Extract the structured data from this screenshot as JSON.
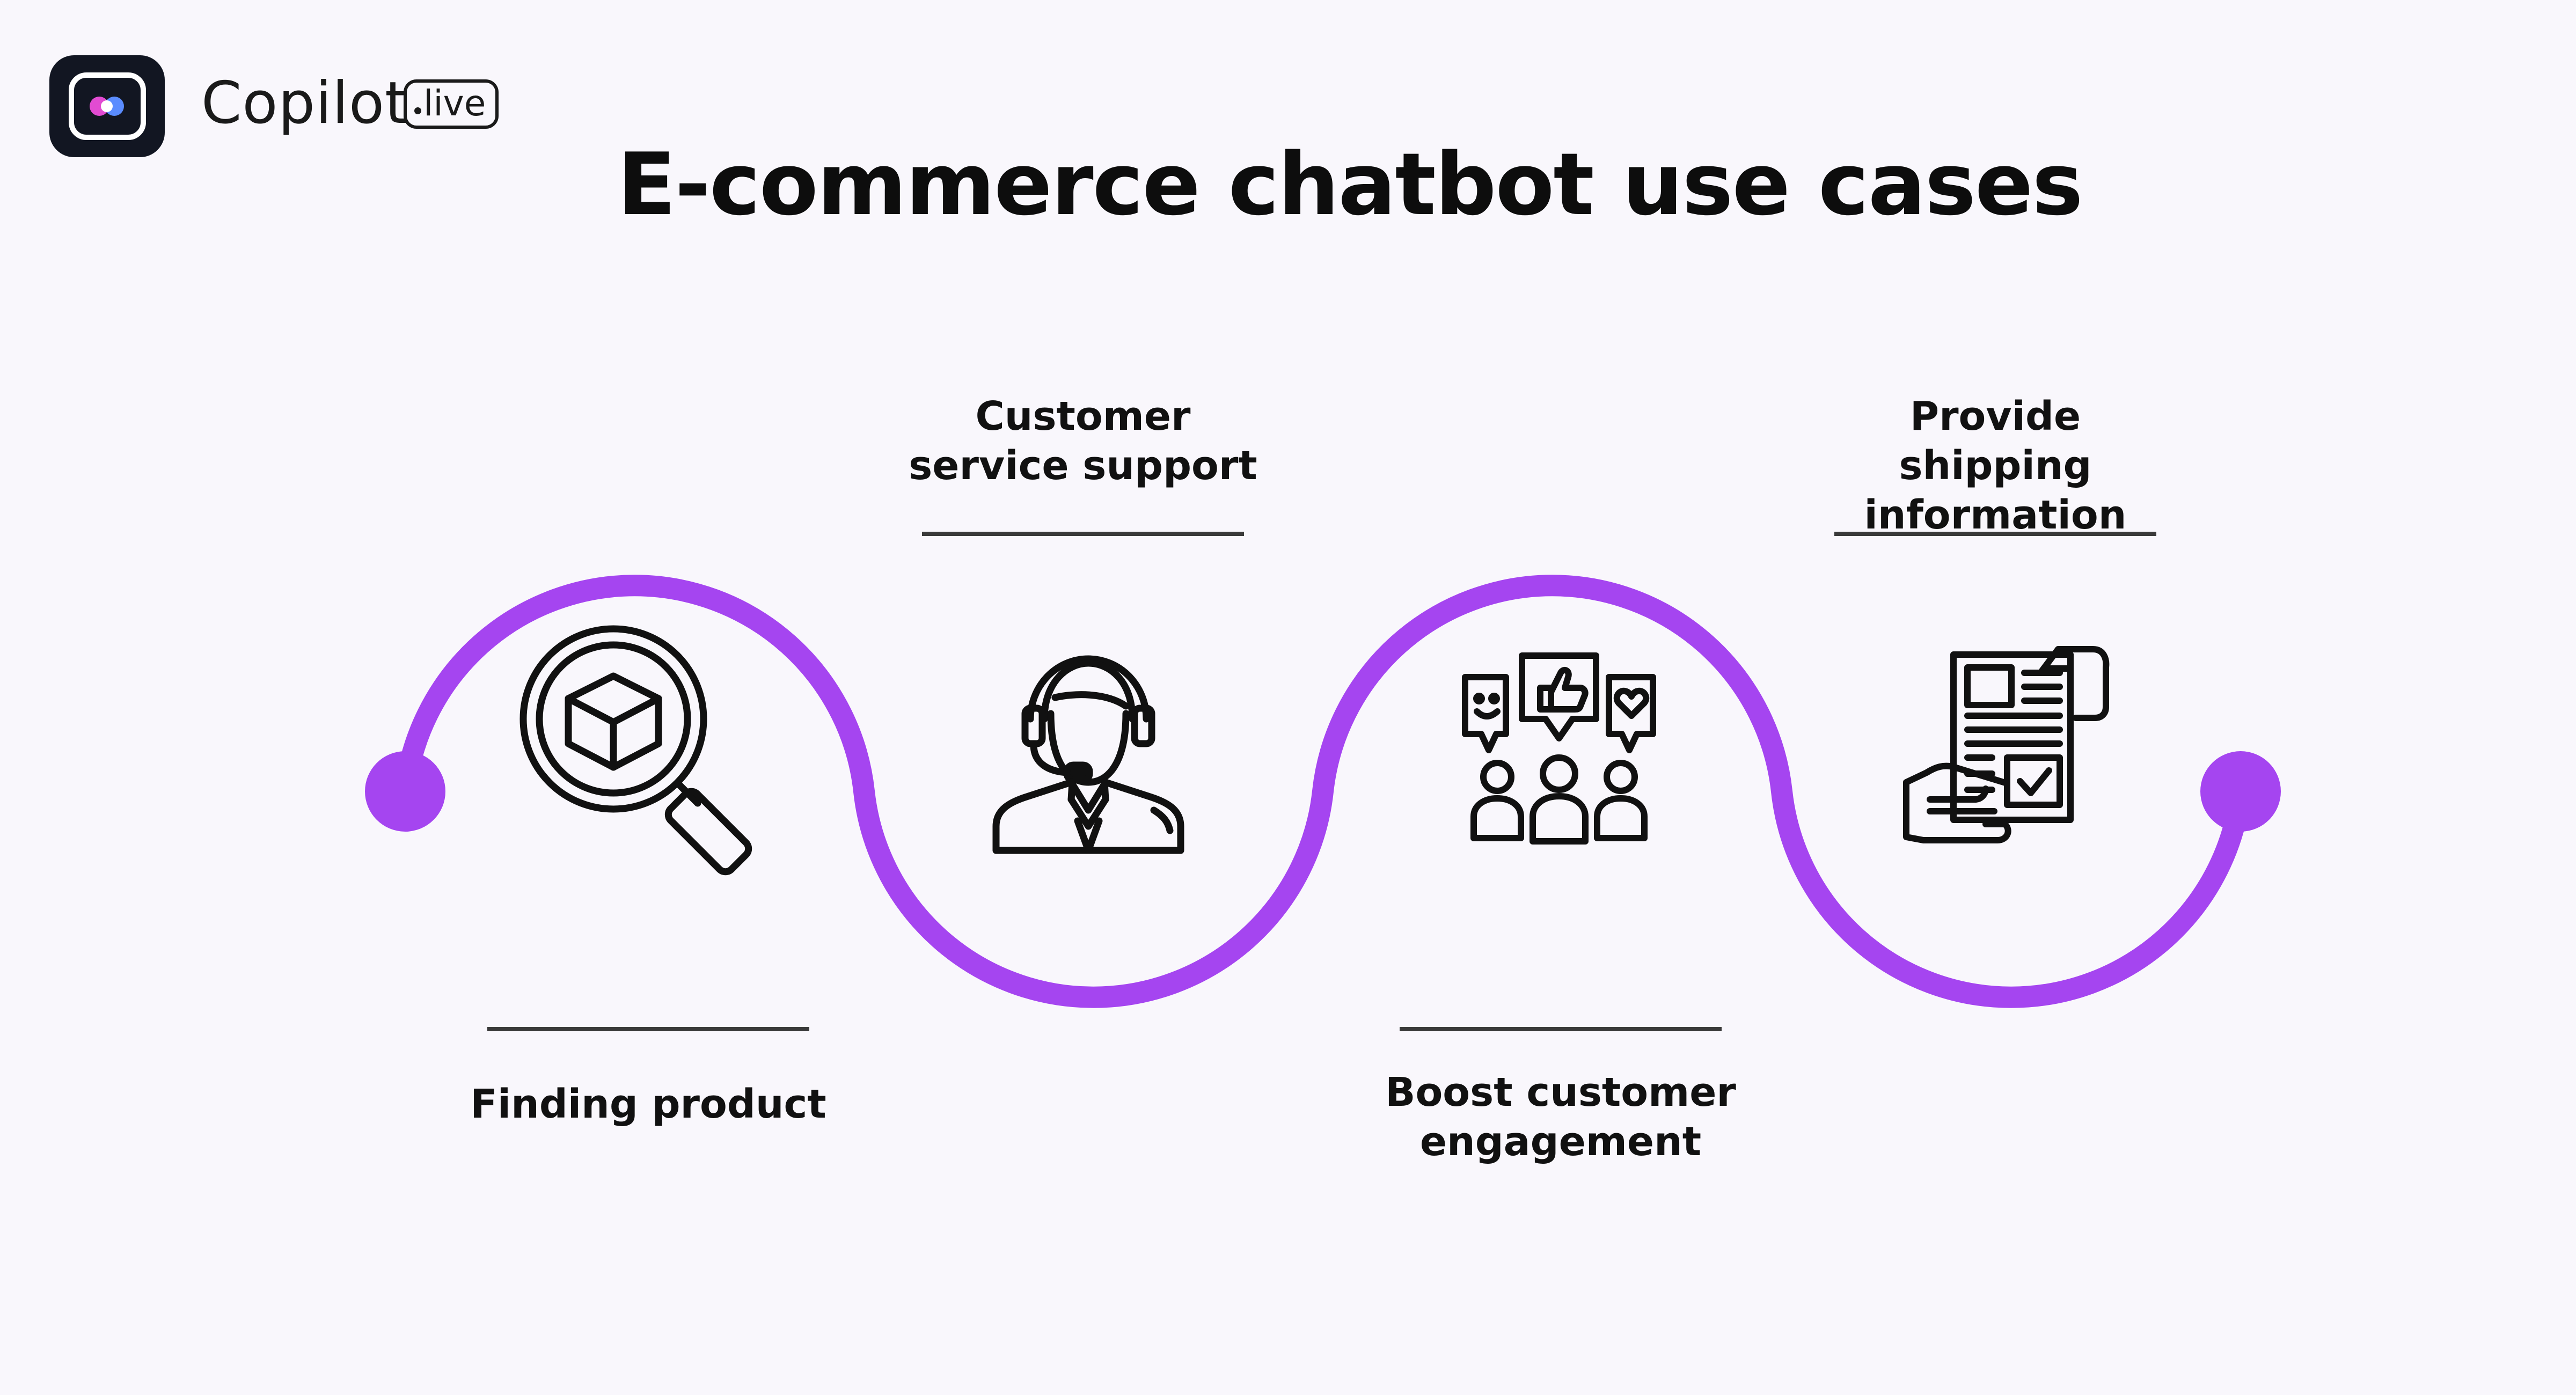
{
  "brand": {
    "name": "Copilot",
    "badge": "live",
    "logo_icon": "copilot-logo-icon"
  },
  "title": "E-commerce chatbot use cases",
  "steps": [
    {
      "label": "Finding product",
      "icon": "magnifier-box-icon",
      "position": "below"
    },
    {
      "label": "Customer service support",
      "icon": "support-agent-icon",
      "position": "above"
    },
    {
      "label": "Boost customer engagement",
      "icon": "audience-feedback-icon",
      "position": "below"
    },
    {
      "label": "Provide shipping information",
      "icon": "shipping-document-icon",
      "position": "above"
    }
  ],
  "colors": {
    "accent": "#a545f0",
    "text": "#111111",
    "background": "#f9f7fc"
  }
}
